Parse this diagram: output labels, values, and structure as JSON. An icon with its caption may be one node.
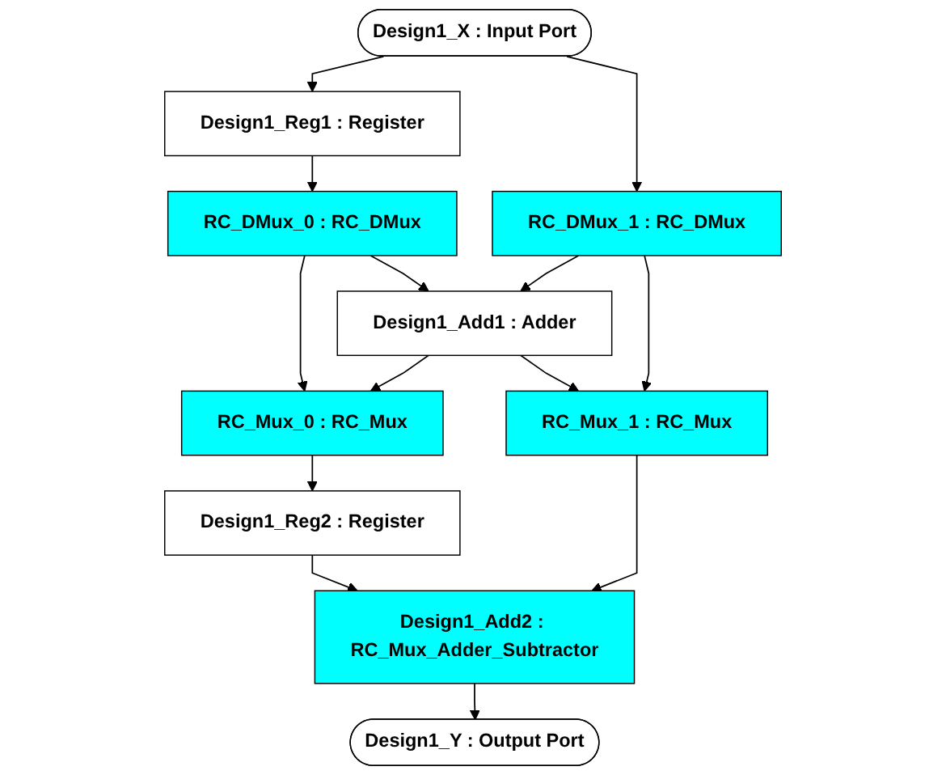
{
  "diagram": {
    "nodes": [
      {
        "text": [
          "Design1_X : Input Port"
        ]
      },
      {
        "text": [
          "Design1_Reg1 : Register"
        ]
      },
      {
        "text": [
          "RC_DMux_0 : RC_DMux"
        ]
      },
      {
        "text": [
          "RC_DMux_1 : RC_DMux"
        ]
      },
      {
        "text": [
          "Design1_Add1 : Adder"
        ]
      },
      {
        "text": [
          "RC_Mux_0 : RC_Mux"
        ]
      },
      {
        "text": [
          "RC_Mux_1 : RC_Mux"
        ]
      },
      {
        "text": [
          "Design1_Reg2 : Register"
        ]
      },
      {
        "text": [
          "Design1_Add2 : RC_Mux_Adder_Subtractor"
        ]
      },
      {
        "text": [
          "Design1_Y : Output Port"
        ]
      }
    ],
    "edges": [
      {
        "from": 0,
        "to": 1,
        "arrow": "to"
      },
      {
        "from": 0,
        "to": 3,
        "arrow": "to"
      },
      {
        "from": 1,
        "to": 2,
        "arrow": "to"
      },
      {
        "from": 2,
        "to": 4,
        "arrow": "to"
      },
      {
        "from": 3,
        "to": 4,
        "arrow": "to"
      },
      {
        "from": 2,
        "to": 5,
        "arrow": "to"
      },
      {
        "from": 4,
        "to": 5,
        "arrow": "to"
      },
      {
        "from": 4,
        "to": 6,
        "arrow": "to"
      },
      {
        "from": 3,
        "to": 6,
        "arrow": "to"
      },
      {
        "from": 5,
        "to": 7,
        "arrow": "to"
      },
      {
        "from": 7,
        "to": 8,
        "arrow": "to"
      },
      {
        "from": 6,
        "to": 8,
        "arrow": "to"
      },
      {
        "from": 8,
        "to": 9,
        "arrow": "to"
      }
    ]
  }
}
